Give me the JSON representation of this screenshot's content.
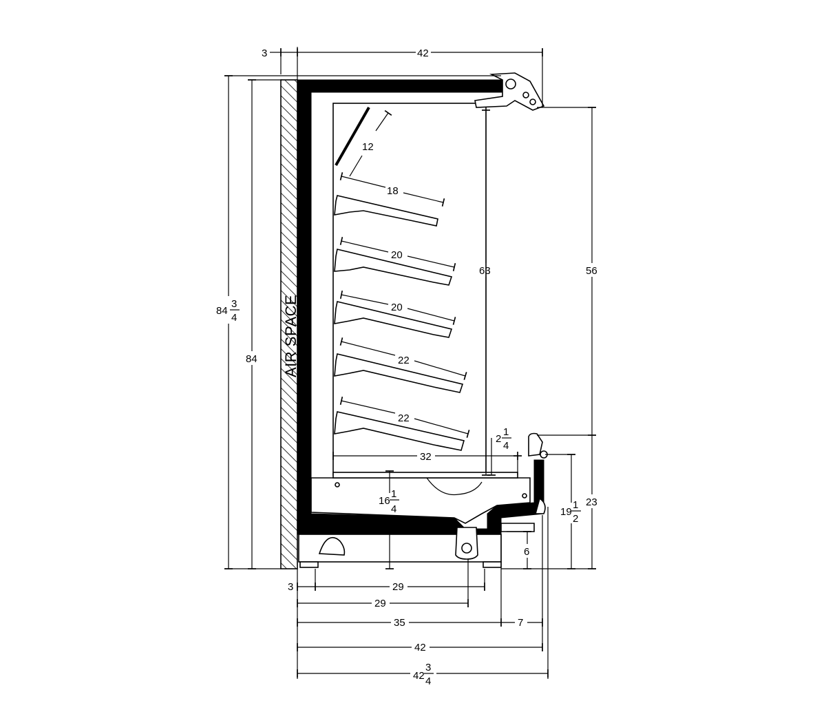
{
  "diagram": {
    "air_space_label": "AIR SPACE",
    "dims": {
      "top_3": "3",
      "top_42": "42",
      "height_84_whole": "84",
      "height_84_num": "3",
      "height_84_den": "4",
      "height_84": "84",
      "height_63": "63",
      "height_56": "56",
      "height_23": "23",
      "height_19_whole": "19",
      "height_19_num": "1",
      "height_19_den": "2",
      "height_16_whole": "16",
      "height_16_num": "1",
      "height_16_den": "4",
      "height_6": "6",
      "inner_2_whole": "2",
      "inner_2_num": "1",
      "inner_2_den": "4",
      "deck_32": "32",
      "shelf_12": "12",
      "shelf_18": "18",
      "shelf_20a": "20",
      "shelf_20b": "20",
      "shelf_22a": "22",
      "shelf_22b": "22",
      "bottom_3": "3",
      "bottom_29a": "29",
      "bottom_29b": "29",
      "bottom_35": "35",
      "bottom_7": "7",
      "bottom_42": "42",
      "bottom_42_whole": "42",
      "bottom_42_num": "3",
      "bottom_42_den": "4"
    }
  }
}
